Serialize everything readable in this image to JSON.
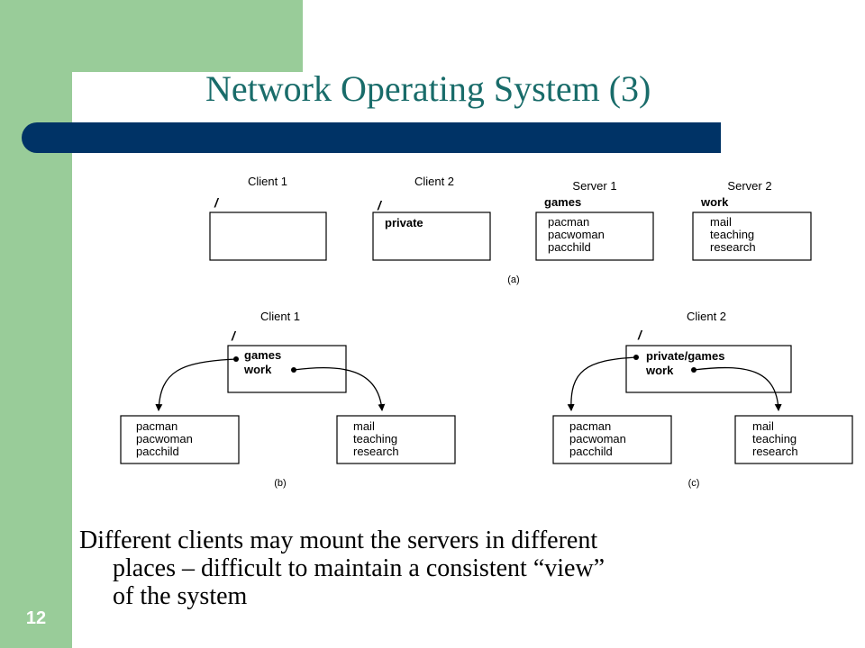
{
  "slide": {
    "title": "Network Operating System (3)",
    "number": "12",
    "body_text": [
      "Different clients may mount the servers in different",
      "places – difficult to maintain a consistent “view”",
      "of the system"
    ],
    "colors": {
      "accent_green": "#99cc99",
      "title_teal": "#196c6a",
      "bar_navy": "#003366"
    }
  },
  "diagram_a": {
    "caption": "(a)",
    "client1": {
      "label": "Client 1",
      "root": "/"
    },
    "client2": {
      "label": "Client 2",
      "root": "/",
      "dir": "private"
    },
    "server1": {
      "label": "Server 1",
      "export": "games",
      "files": [
        "pacman",
        "pacwoman",
        "pacchild"
      ]
    },
    "server2": {
      "label": "Server 2",
      "export": "work",
      "files": [
        "mail",
        "teaching",
        "research"
      ]
    }
  },
  "diagram_b": {
    "caption": "(b)",
    "client": {
      "label": "Client 1",
      "root": "/",
      "entries": [
        "games",
        "work"
      ]
    },
    "left_files": [
      "pacman",
      "pacwoman",
      "pacchild"
    ],
    "right_files": [
      "mail",
      "teaching",
      "research"
    ]
  },
  "diagram_c": {
    "caption": "(c)",
    "client": {
      "label": "Client 2",
      "root": "/",
      "entries": [
        "private/games",
        "work"
      ]
    },
    "left_files": [
      "pacman",
      "pacwoman",
      "pacchild"
    ],
    "right_files": [
      "mail",
      "teaching",
      "research"
    ]
  }
}
